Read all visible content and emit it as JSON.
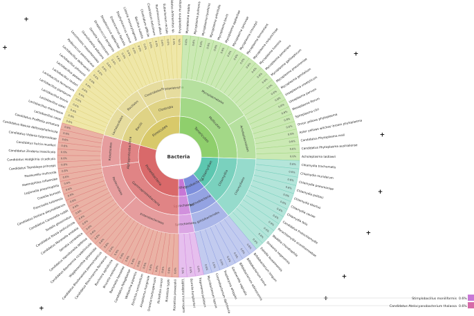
{
  "center_label": "Bacteria",
  "groups": [
    {
      "name": "Firmicutes",
      "color": "#d8c96a",
      "light": "#efe7a8",
      "start": -74,
      "end": 2,
      "classes": [
        {
          "name": "Bacilli",
          "start": -74,
          "end": -32,
          "families": [
            {
              "name": "Lactobacillales",
              "start": -74,
              "end": -52
            },
            {
              "name": "Bacillales",
              "start": -52,
              "end": -32
            }
          ]
        },
        {
          "name": "Clostridia",
          "start": -32,
          "end": 2,
          "families": [
            {
              "name": "Clostridiales",
              "start": -32,
              "end": -12
            },
            {
              "name": "Erysipelotrichia",
              "start": -12,
              "end": 2
            }
          ]
        }
      ],
      "leaves": [
        "Lactobacillus casei",
        "Lactobacillus rhamnosus",
        "Lactobacillus sakei",
        "Lactobacillus brevis",
        "Lactobacillus plantarum",
        "Lactobacillus fermentum",
        "Lactobacillus reuteri",
        "Lactobacillus gasseri",
        "Lactobacillus johnsonii",
        "Lactobacillus delbrueckii",
        "Pediococcus pentosaceus",
        "Leuconostoc mesenteroides",
        "Granulicatella adiacens",
        "Gemella haemolysans",
        "Streptococcus pyogenes",
        "Streptococcus agalactiae",
        "Enterococcus faecalis",
        "Staphylococcus aureus",
        "Listeria monocytogenes",
        "Bacillus subtilis",
        "Clostridium difficile",
        "Clostridium botulinum",
        "Ruminococcus albus",
        "Eubacterium rectale",
        "Candidatus Arthromitus sp.",
        "Erysipelothrix rhusiopathiae"
      ]
    },
    {
      "name": "Tenericutes",
      "color": "#8fcf6c",
      "light": "#cbe9b4",
      "start": 2,
      "end": 92,
      "classes": [
        {
          "name": "Mollicutes",
          "start": 2,
          "end": 92,
          "families": [
            {
              "name": "Mycoplasmatales",
              "start": 2,
              "end": 58
            },
            {
              "name": "Acholeplasmatales",
              "start": 58,
              "end": 92
            }
          ]
        }
      ],
      "leaves": [
        "Mycoplasma mobile",
        "Mycoplasma pulmonis",
        "Mycoplasma hyorhinis",
        "Mycoplasma arthritidis",
        "Mycoplasma bovis",
        "Mycoplasma agalactiae",
        "Mycoplasma synoviae",
        "Mycoplasma crocodyli",
        "Mycoplasma fermentans",
        "Mycoplasma conjunctivae",
        "Mycoplasma hominis",
        "Mycoplasma penetrans",
        "Mycoplasma gallisepticum",
        "Mycoplasma pneumoniae",
        "Mycoplasma genitalium",
        "Ureaplasma urealyticum",
        "Ureaplasma parvum",
        "Mesoplasma florum",
        "Spiroplasma citri",
        "Onion yellows phytoplasma",
        "Aster yellows witches'-broom phytoplasma",
        "Candidatus Phytoplasma mali",
        "Candidatus Phytoplasma australiense",
        "Acholeplasma laidlawii"
      ]
    },
    {
      "name": "Chlamydiae",
      "color": "#5dc7b0",
      "light": "#b4e5da",
      "start": 92,
      "end": 140,
      "classes": [
        {
          "name": "Chlamydiia",
          "start": 92,
          "end": 140,
          "families": [
            {
              "name": "Chlamydiales",
              "start": 92,
              "end": 140
            }
          ]
        }
      ],
      "leaves": [
        "Chlamydia trachomatis",
        "Chlamydia muridarum",
        "Chlamydia pneumoniae",
        "Chlamydia psittaci",
        "Chlamydia abortus",
        "Chlamydia caviae",
        "Chlamydia felis",
        "Candidatus Protochlamydia",
        "Parachlamydia acanthamoebae",
        "Waddlia chondrophila",
        "Simkania negevensis",
        "Estrella lausannensis"
      ]
    },
    {
      "name": "Actinobacteria",
      "color": "#7d8fdc",
      "light": "#c2cbef",
      "start": 140,
      "end": 168,
      "classes": [
        {
          "name": "Actinobacteria",
          "start": 140,
          "end": 168,
          "families": [
            {
              "name": "Bifidobacteriales",
              "start": 140,
              "end": 168
            }
          ]
        }
      ],
      "leaves": [
        "Bifidobacterium longum",
        "Bifidobacterium breve",
        "Bifidobacterium adolescentis",
        "Gardnerella vaginalis",
        "Tropheryma whipplei",
        "Corynebacterium diphtheriae",
        "Mycobacterium leprae"
      ]
    },
    {
      "name": "Other",
      "color": "#c777d6",
      "light": "#e6bfee",
      "start": 168,
      "end": 180,
      "classes": [
        {
          "name": "Spirochaetes",
          "start": 168,
          "end": 180,
          "families": [
            {
              "name": "Spirochaetales",
              "start": 168,
              "end": 180
            }
          ]
        }
      ],
      "leaves": [
        "Treponema pallidum",
        "Borrelia burgdorferi",
        "Leptospira interrogans"
      ]
    },
    {
      "name": "Proteobacteria",
      "color": "#d9696a",
      "light": "#eab2a5",
      "start": 180,
      "end": 286,
      "classes": [
        {
          "name": "Gammaproteobacteria",
          "start": 180,
          "end": 262,
          "families": [
            {
              "name": "Enterobacteriales",
              "start": 180,
              "end": 226
            },
            {
              "name": "Pasteurellales",
              "start": 226,
              "end": 262
            }
          ]
        },
        {
          "name": "Alphaproteobacteria",
          "start": 262,
          "end": 286,
          "families": [
            {
              "name": "Rickettsiales",
              "start": 262,
              "end": 286
            }
          ]
        }
      ],
      "leaves": [
        "Rickettsia prowazekii",
        "Rickettsia typhi",
        "Rickettsia conorii",
        "Orientia tsutsugamushi",
        "Anaplasma marginale",
        "Ehrlichia ruminantium",
        "Wolbachia pipientis",
        "Candidatus Pelagibacter",
        "Bartonella henselae",
        "Brucella melitensis",
        "Buchnera aphidicola",
        "Candidatus Blochmannia floridanus",
        "Candidatus Blochmannia pennsylvanicus",
        "Wigglesworthia glossinidia",
        "Candidatus Baumannia cicadellinicola",
        "Candidatus Hamiltonella defensa",
        "Serratia symbiotica",
        "Candidatus Moranella endobia",
        "Candidatus Riesia pediculicola",
        "Sodalis glossinidius",
        "Candidatus Carsonella ruddii",
        "Candidatus Portiera aleyrodidarum",
        "Francisella tularensis",
        "Coxiella burnetii",
        "Legionella pneumophila",
        "Haemophilus influenzae",
        "Pasteurella multocida",
        "Candidatus Tremblaya princeps",
        "Candidatus Hodgkinia cicadicola",
        "Candidatus Zinderia insecticola",
        "Candidatus Sulcia muelleri",
        "Candidatus Vidania fulgoroideae",
        "Candidatus Nasuia deltocephalinicola",
        "Candidatus Profftella armatura"
      ]
    }
  ],
  "plus_markers": [
    {
      "angle": -58
    },
    {
      "angle": -48
    },
    {
      "angle": 60
    },
    {
      "angle": 84
    },
    {
      "angle": 100
    },
    {
      "angle": 112
    },
    {
      "angle": 126
    },
    {
      "angle": 134
    },
    {
      "angle": 146
    },
    {
      "angle": 152
    },
    {
      "angle": 160
    },
    {
      "angle": 174
    },
    {
      "angle": 186
    },
    {
      "angle": 192
    },
    {
      "angle": 198
    },
    {
      "angle": 206
    },
    {
      "angle": 212
    },
    {
      "angle": 222
    },
    {
      "angle": 244
    },
    {
      "angle": 262
    },
    {
      "angle": 268
    },
    {
      "angle": 276
    },
    {
      "angle": 282
    }
  ],
  "outliers": [
    {
      "label": "Stimplobacillus moniliformis",
      "value": "0.6%",
      "color": "#c777d6"
    },
    {
      "label": "Candidatus Atelocyanobacterium thalassa",
      "value": "0.6%",
      "color": "#d66aa8"
    }
  ],
  "leaf_value": "0.6%"
}
